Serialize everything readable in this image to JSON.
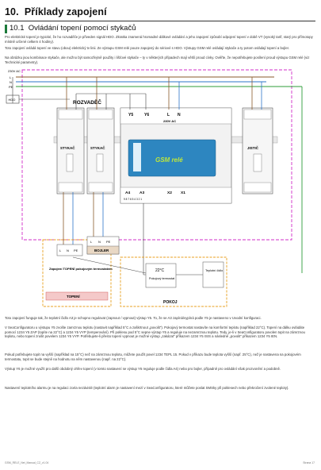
{
  "heading": {
    "number": "10.",
    "title": "Příklady zapojení"
  },
  "subheading": {
    "number": "10.1",
    "title": "Ovládání topení pomocí stykačů"
  },
  "paragraphs_top": [
    "Pro elektrické topení je typické, že ho rozvaděče je přiveden signál HDO. Zkratka znamená hromadné dálkové ovládání a jeho zapojení způsobí odpojení topení v době VT (vysoký tarif, starý pro přímotopy místně určené celkem 4 hodiny).",
    "Toto zapojení ovládá topení ve stavu (obou) elektrický tv linii. Ze výstupu GSM relé pouze zapojený do sériové s HDO. Výstupy GSM relé ovládají stykače a ty potom ovládají topení a bojler.",
    "Na obrázku jsou kombinace stykače, ale možno být samozřejmě použity i lišťové stykače – ty v některých případech mají větší proud cívky. Ověřte, že nepotřebujete posílení proud výstupu GSM relé (viz Technické parametry)."
  ],
  "diagram": {
    "supply_label": "230V AC",
    "lines": [
      "L",
      "N",
      "PE"
    ],
    "hdo": "HDO",
    "rozvadec": "ROZVADĚČ",
    "stykac1": "STYKAČ",
    "stykac2": "STYKAČ",
    "jistic": "JISTIČ",
    "gsm_top_terminals": [
      "Y5",
      "Y6",
      "L",
      "N"
    ],
    "gsm_voltage": "230V AC",
    "gsm_logo": "GSM relé",
    "gsm_bottom_terminals": [
      "A4",
      "A3",
      "X2",
      "X1"
    ],
    "gsm_bottom_numbers": "9 8 7 6 5   4 3 2 1",
    "bojler": "BOJLER",
    "bojler_terms": [
      "L",
      "N",
      "PE"
    ],
    "topeni_terms": [
      "L",
      "N",
      "PE"
    ],
    "topeni_text": "Zapojení TOPENÍ pokojovým termostatem",
    "topeni": "TOPENÍ",
    "thermostat_temp": "22°C",
    "thermostat_label": "Pokojový termostat",
    "sensor_label": "Teplotní čidlo",
    "pokoj": "POKOJ",
    "colors": {
      "pe": "#2e9e3a",
      "n": "#2d74c8",
      "l": "#8a5a2b",
      "hdo": "#444444",
      "box_magenta": "#d02cc8",
      "box_orange": "#e8a020"
    }
  },
  "paragraphs_bottom": [
    "Toto zapojení funguje tak, že teplotní čidlo A3 je schopno regulovat (zapnout / vypnout) výstup Y5. To, že se A3 zapíná/vypíná podle Y5 je nastaveno v Uvodní konfiguraci.",
    "V SeaConfiguratoru u výstupu Y5 zvolíte zamrznou teplotu (nastavit například 5°C a zaškrtnout „povolit\"). Pokojový termostat nastavíte na komfortní teplotu (například 22°C). Topení na dálku ovládáte pomocí 1234 Y5 ZAP (topíte na 22°C) a 1234 Y5 VYP (temperování). Při poklesu pod 5°C sepne výstup Y5 a reguluje na nezamrznou teplotu. Tedy, je-li v SeaConfiguratoru povolen topit na zámrznou teplotu, nebo topení zrušit povelem 1234 Y5 VYP. Potřebujete-li přesto topení vypnout je možné výstup „zakázat\" příkazem 1234 Y5 ISIS a následně „povolit\" příkazem 1234 Y5 IEN.",
    "Pokud potřebujete topit na vyšší (například na 15°C) než na zámrznou teplotu, můžete použít povel 1234 TEPL 15. Pokud v příkazu bude teplota vyšší (např. 25°C), než je nastavena na pokojovém termostatu, topit se bude stejně na hodnotu na něm nastavenou (např. na 22°C).",
    "Výstup Y6 je možné využít pro další obdobný ohřev topení (v tomto nastavení se výstup Y6 reguluje podle čidla A4) nebo pro bojler, případně pro ovládání však prozvonění a podobně.",
    "Nastavení teplotního alarmu je na regulaci zcela nezávislé (teplotní alarm je nastavení mezí v SeaConfiguratoru, které můžete poslat SMSky při poklesech nebo překročení zvolené teploty)."
  ],
  "footer": {
    "left": "GSM_RELE_Net_Manual_CZ_v1.04",
    "right": "Strana 17"
  }
}
